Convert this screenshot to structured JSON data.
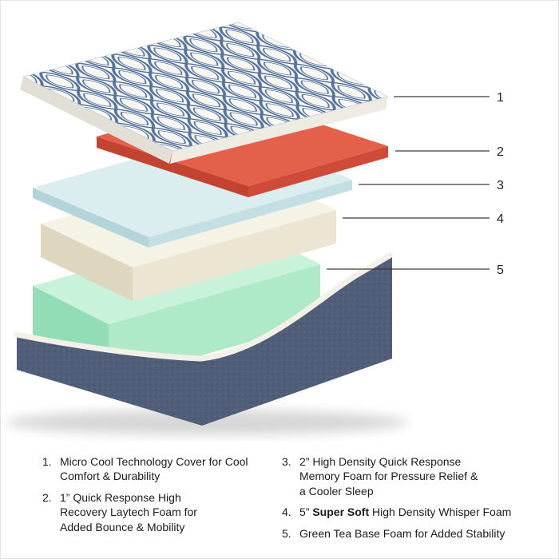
{
  "diagram": {
    "callout_numbers": [
      "1",
      "2",
      "3",
      "4",
      "5"
    ]
  },
  "colors": {
    "cover_bg": "#f8f7f2",
    "cover_pattern": "#54749e",
    "cover_underside_left": "#e2e0d6",
    "cover_underside_right": "#edebe2",
    "layer2_top": "#e4604a",
    "layer2_front": "#cf4b37",
    "layer2_side": "#c24430",
    "layer3_top": "#dcedf0",
    "layer3_front": "#c3dfe4",
    "layer3_side": "#b3d4da",
    "layer4_top": "#f5f2e6",
    "layer4_front": "#ece5d1",
    "layer4_side": "#ded6bf",
    "layer5_top": "#c9f2db",
    "layer5_front": "#aeeac8",
    "layer5_side": "#92dcb6",
    "base": "#515e79",
    "base_rim": "#f3f0e7"
  },
  "legend": {
    "items": [
      {
        "num": "1.",
        "text": "Micro Cool Technology Cover for Cool Comfort & Durability"
      },
      {
        "num": "2.",
        "text": "1” Quick Response High Recovery Laytech Foam for Added Bounce & Mobility"
      },
      {
        "num": "3.",
        "text": "2” High Density Quick Response Memory Foam for Pressure Relief & a Cooler Sleep"
      },
      {
        "num": "4.",
        "pre": "5” ",
        "bold": "Super Soft",
        "post": " High Density Whisper Foam"
      },
      {
        "num": "5.",
        "text": "Green Tea Base Foam for Added Stability"
      }
    ]
  }
}
